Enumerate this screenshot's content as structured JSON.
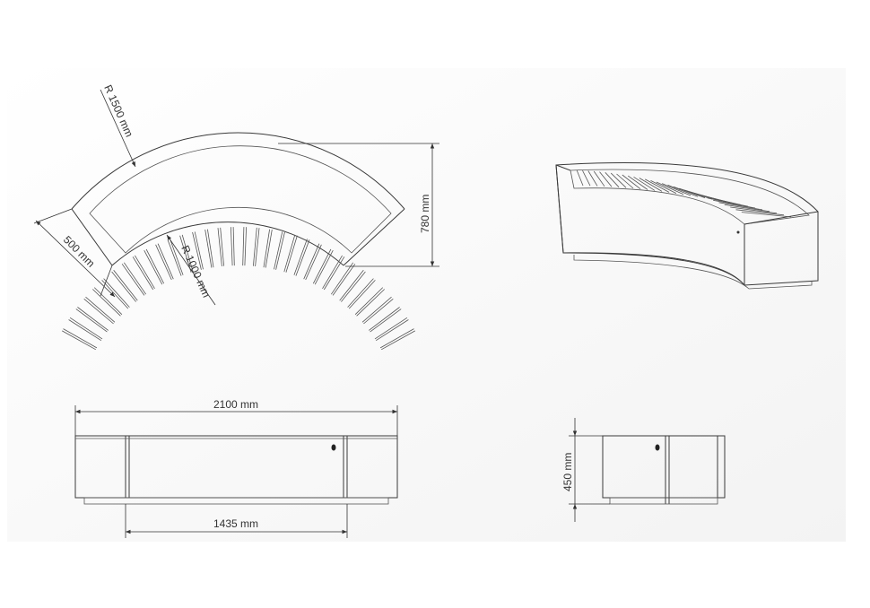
{
  "dimensions": {
    "outer_radius": "R 1500 mm",
    "inner_radius": "R 1000 mm",
    "depth": "500 mm",
    "plan_height": "780 mm",
    "length": "2100 mm",
    "inner_length": "1435 mm",
    "height": "450 mm"
  },
  "colors": {
    "line": "#3a3a3a",
    "background_panel": "#f6f6f6"
  }
}
